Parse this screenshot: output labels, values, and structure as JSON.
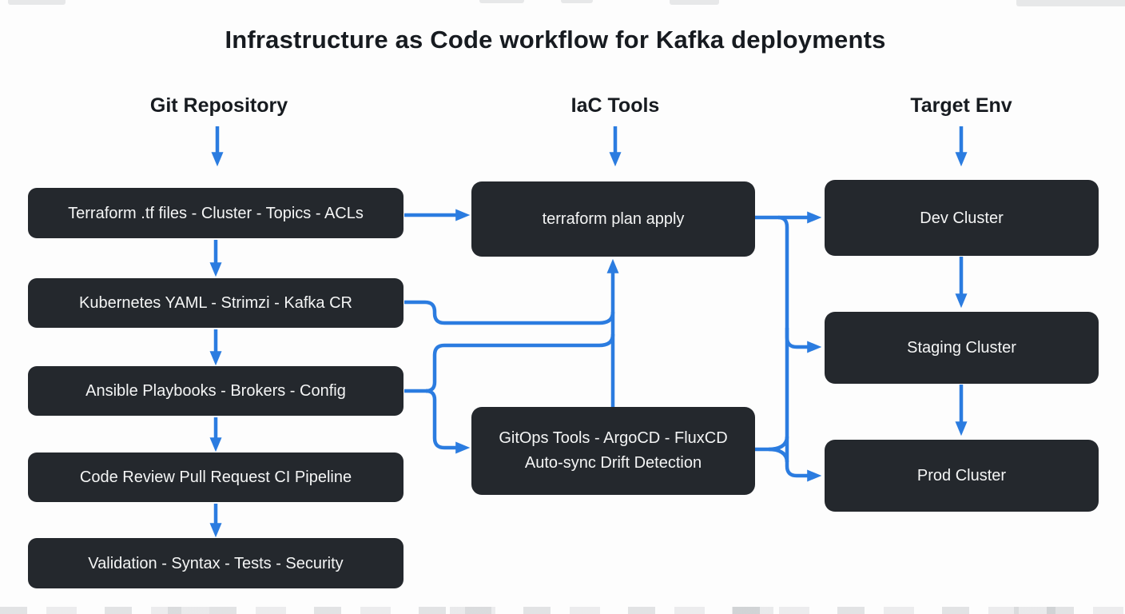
{
  "title": "Infrastructure as Code workflow for Kafka deployments",
  "column_headers": [
    {
      "id": "git-repository",
      "label": "Git Repository"
    },
    {
      "id": "iac-tools",
      "label": "IaC Tools"
    },
    {
      "id": "target-env",
      "label": "Target Env"
    }
  ],
  "git_repository_nodes": [
    {
      "label": "Terraform .tf files - Cluster - Topics - ACLs"
    },
    {
      "label": "Kubernetes YAML - Strimzi - Kafka CR"
    },
    {
      "label": "Ansible Playbooks - Brokers - Config"
    },
    {
      "label": "Code Review Pull Request CI Pipeline"
    },
    {
      "label": "Validation - Syntax - Tests - Security"
    }
  ],
  "iac_tools_nodes": [
    {
      "label": "terraform plan apply"
    },
    {
      "label_line1": "GitOps Tools - ArgoCD - FluxCD",
      "label_line2": "Auto-sync Drift Detection"
    }
  ],
  "target_env_nodes": [
    {
      "label": "Dev Cluster"
    },
    {
      "label": "Staging Cluster"
    },
    {
      "label": "Prod Cluster"
    }
  ],
  "edges": [
    "Git Repository -> Terraform .tf files",
    "IaC Tools -> terraform plan apply",
    "Target Env -> Dev Cluster",
    "Terraform .tf files -> Kubernetes YAML",
    "Kubernetes YAML -> Ansible Playbooks",
    "Ansible Playbooks -> Code Review Pull Request CI Pipeline",
    "Code Review Pull Request CI Pipeline -> Validation",
    "Terraform .tf files -> terraform plan apply",
    "Kubernetes YAML -> terraform plan apply",
    "Ansible Playbooks -> terraform plan apply",
    "Ansible Playbooks -> GitOps Tools",
    "GitOps Tools -> terraform plan apply",
    "terraform plan apply -> Dev Cluster",
    "terraform plan apply -> Staging Cluster",
    "GitOps Tools -> Staging Cluster",
    "GitOps Tools -> Prod Cluster",
    "Dev Cluster -> Staging Cluster",
    "Staging Cluster -> Prod Cluster"
  ],
  "colors": {
    "arrow_blue": "#2b7ce0",
    "node_background": "#24282d",
    "node_text": "#f4f5f5",
    "heading_text": "#171b20",
    "page_background": "#fdfdfd"
  }
}
